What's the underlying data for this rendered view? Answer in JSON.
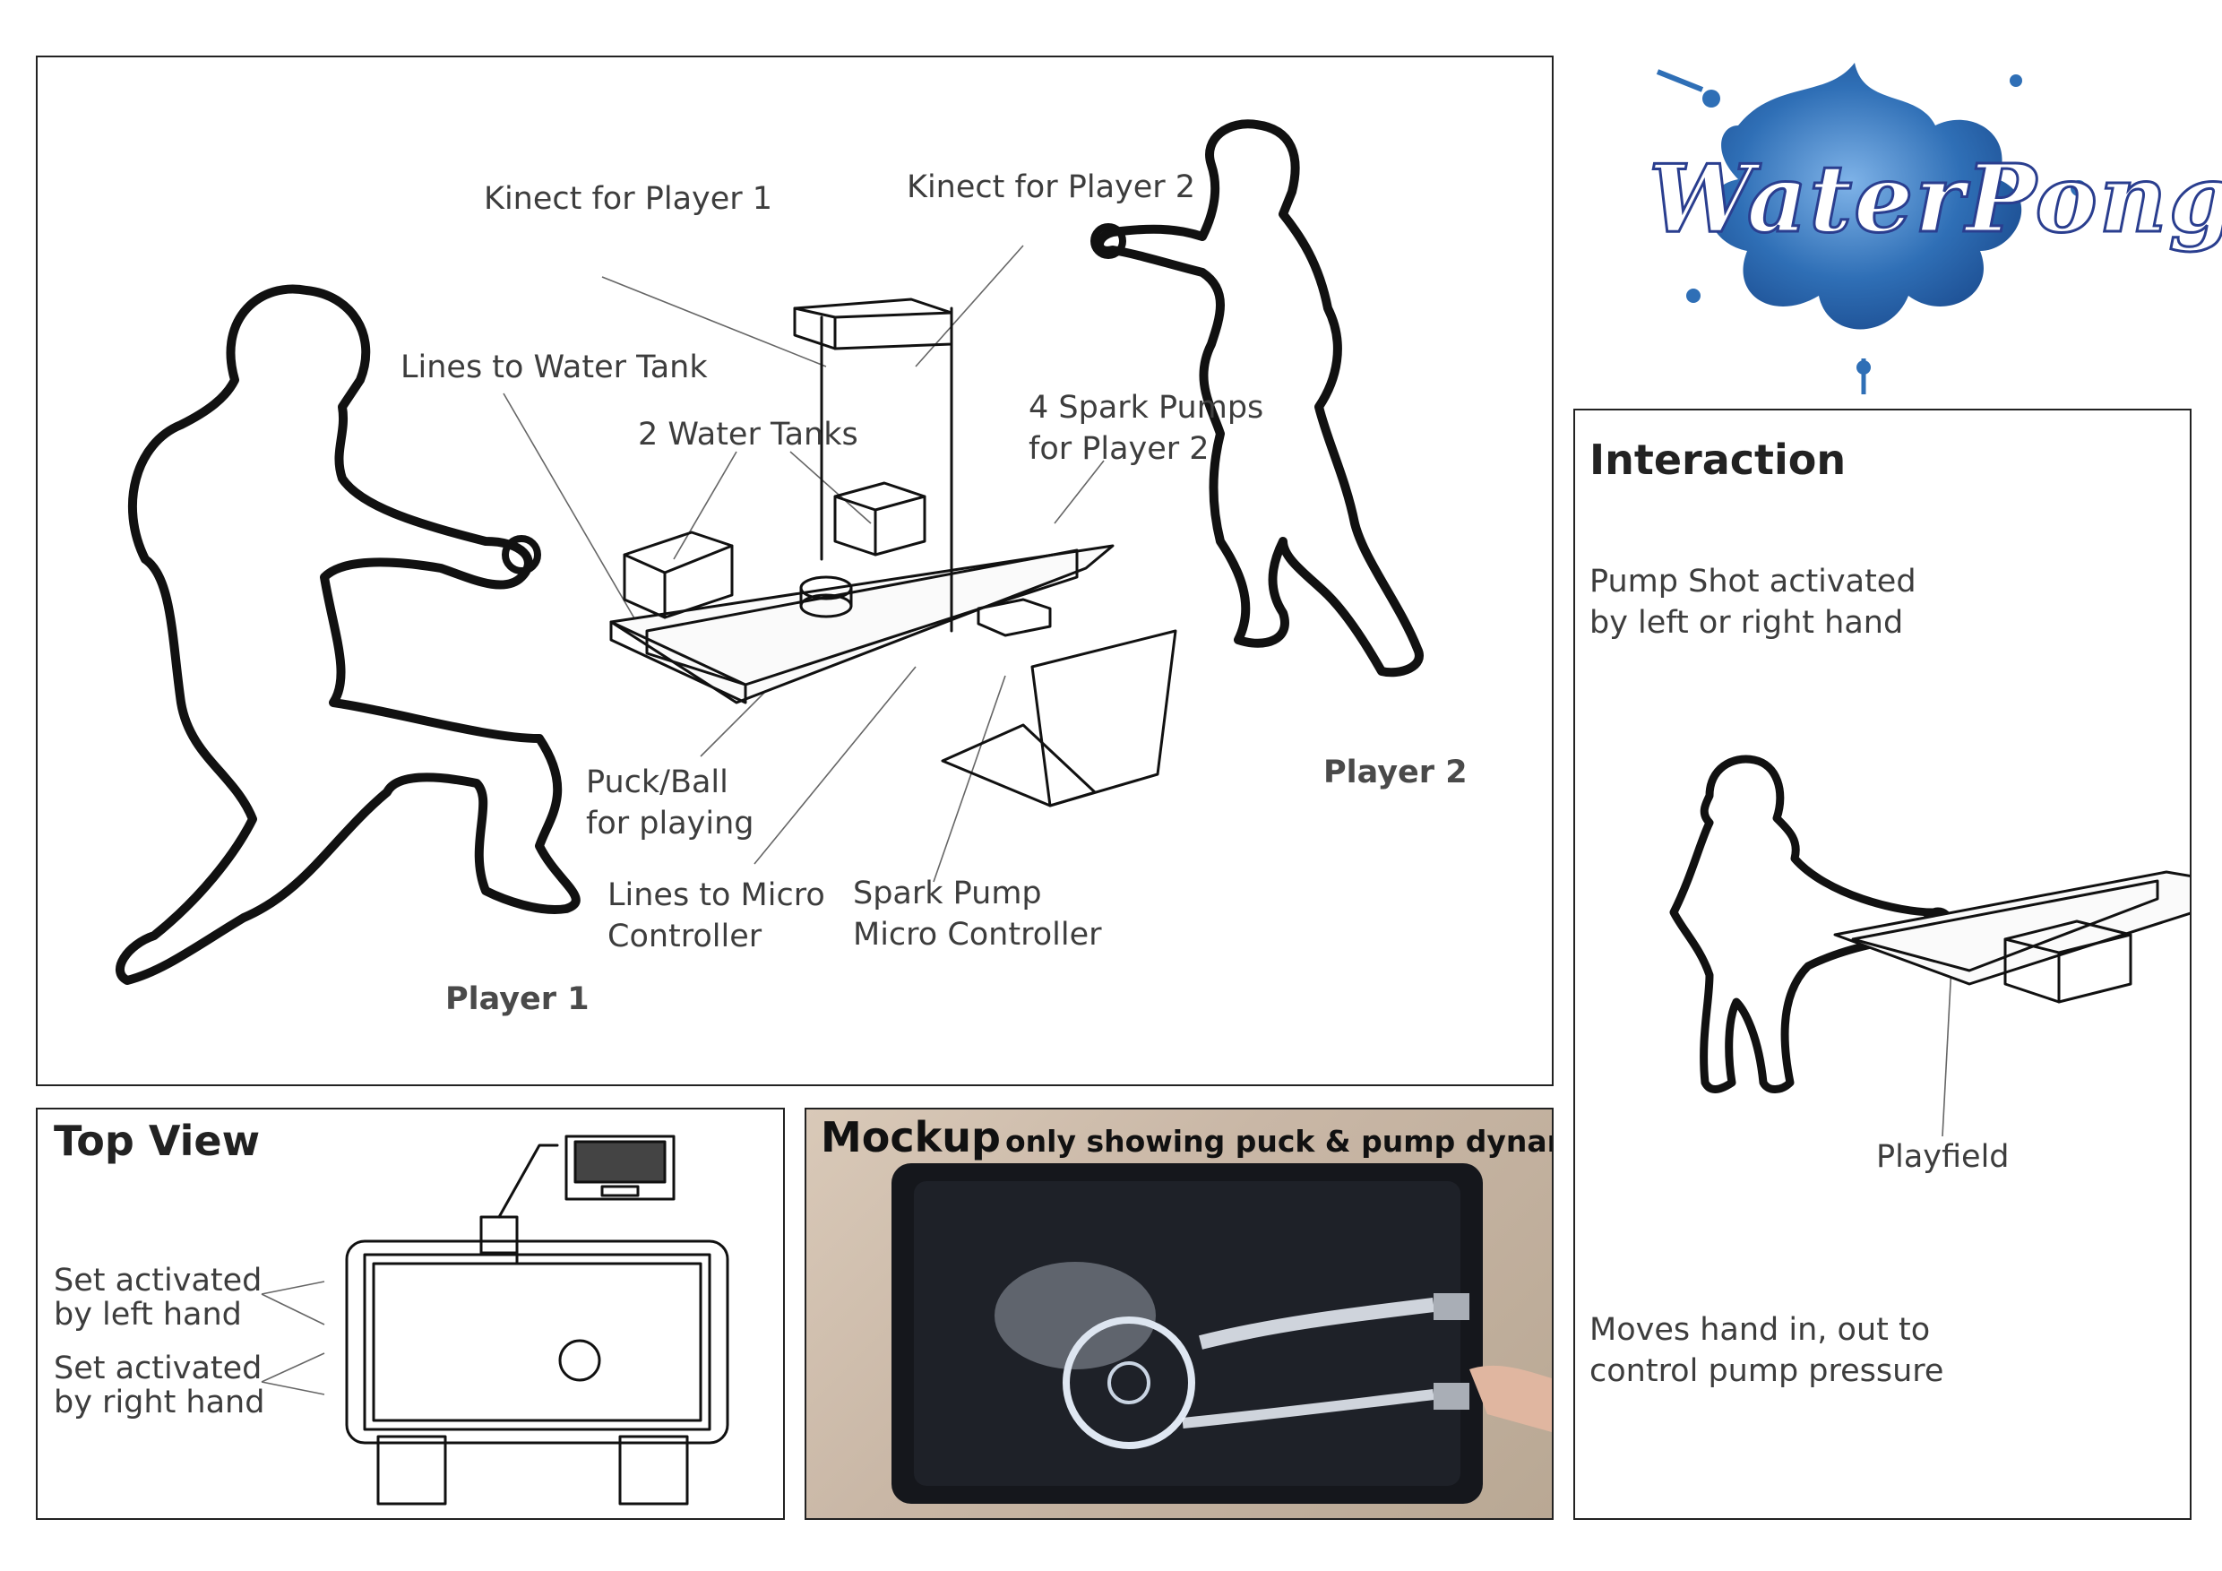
{
  "logo": {
    "text": "WaterPong",
    "splash_color": "#2f6fb6"
  },
  "main_diagram": {
    "labels": {
      "kinect_p1": "Kinect for Player 1",
      "kinect_p2": "Kinect for Player 2",
      "lines_water": "Lines to Water Tank",
      "water_tanks": "2 Water Tanks",
      "spark_pumps_1": "4 Spark Pumps",
      "spark_pumps_2": "for Player 2",
      "puck_1": "Puck/Ball",
      "puck_2": "for playing",
      "lines_micro_1": "Lines to Micro",
      "lines_micro_2": "Controller",
      "spark_ctrl_1": "Spark Pump",
      "spark_ctrl_2": "Micro Controller",
      "player1": "Player 1",
      "player2": "Player 2"
    }
  },
  "interaction": {
    "title": "Interaction",
    "text1_line1": "Pump Shot activated",
    "text1_line2": "by left or right hand",
    "playfield": "Playfield",
    "text2_line1": "Moves hand in, out to",
    "text2_line2": "control pump pressure"
  },
  "top_view": {
    "title": "Top View",
    "left_1": "Set activated",
    "left_2": "by left hand",
    "right_1": "Set activated",
    "right_2": "by right hand"
  },
  "mockup": {
    "title": "Mockup",
    "subtitle": "only showing puck & pump dynamics"
  }
}
